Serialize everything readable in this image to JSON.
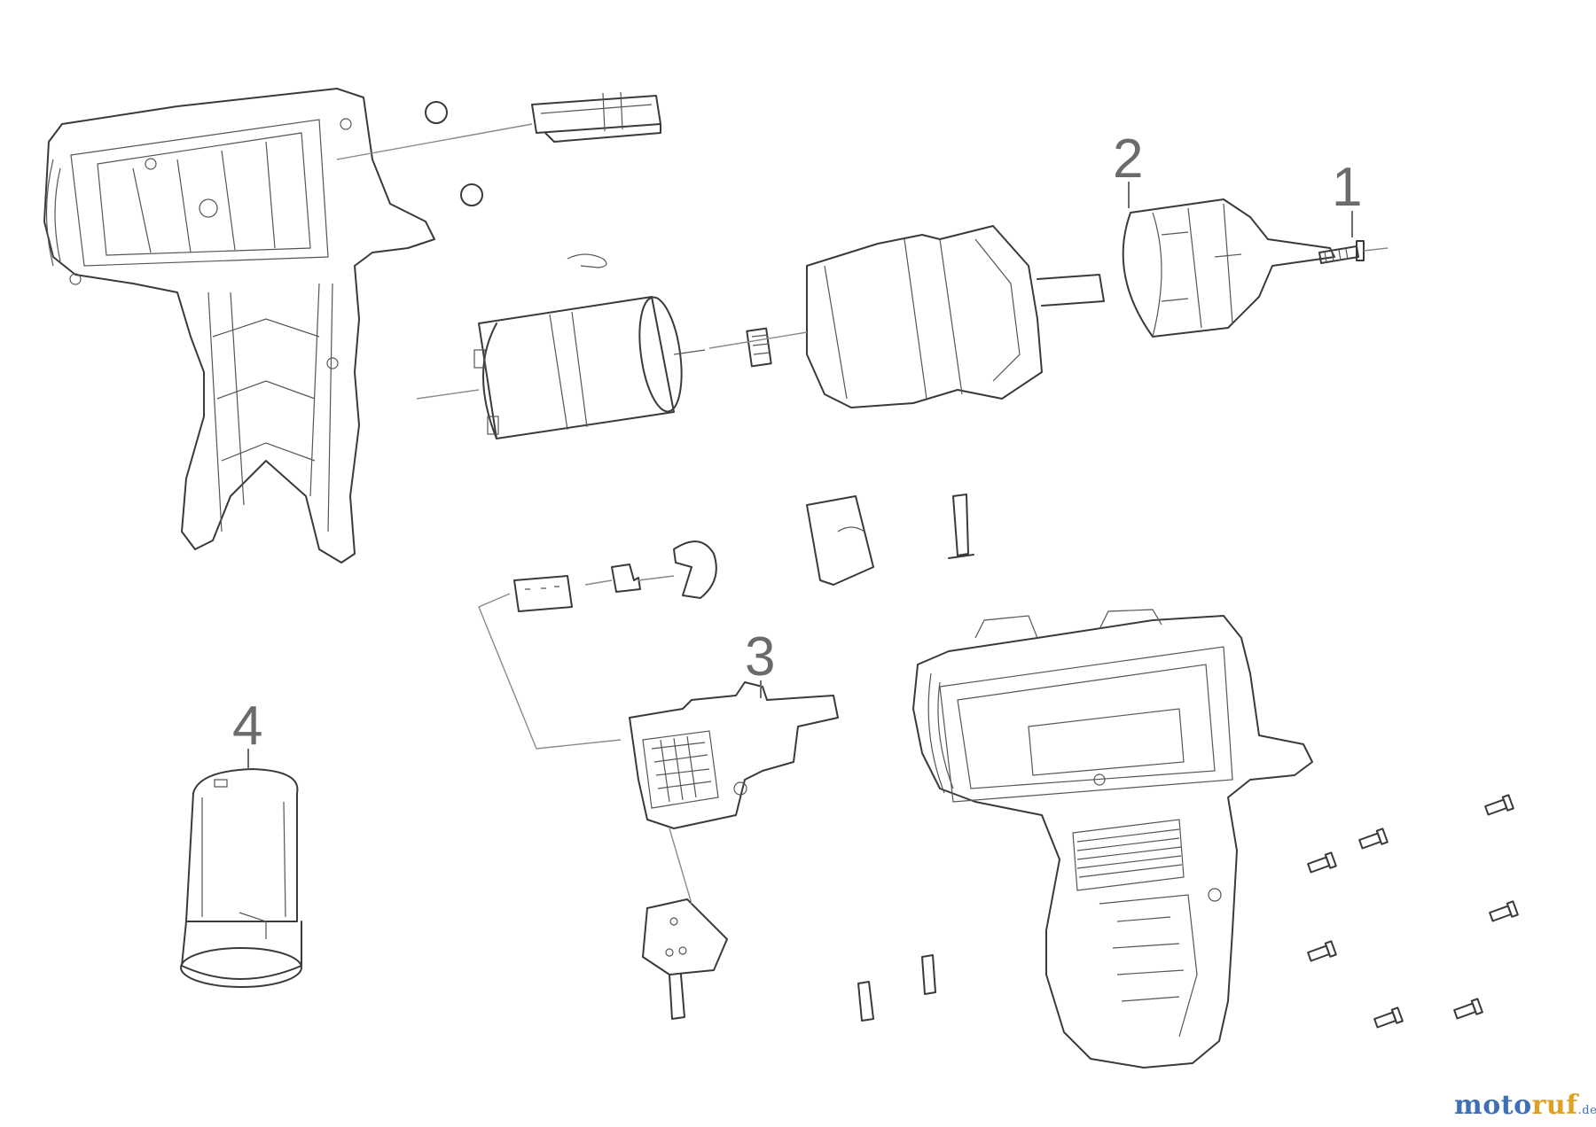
{
  "callouts": [
    {
      "id": "1",
      "label": "1"
    },
    {
      "id": "2",
      "label": "2"
    },
    {
      "id": "3",
      "label": "3"
    },
    {
      "id": "4",
      "label": "4"
    }
  ],
  "watermark": {
    "part1": "moto",
    "part2": "ruf",
    "suffix": ".de"
  },
  "colors": {
    "line": "#3a3a3a",
    "callout": "#6b6b6b",
    "brand_blue": "#3f6fb5",
    "brand_orange": "#e0a021"
  }
}
